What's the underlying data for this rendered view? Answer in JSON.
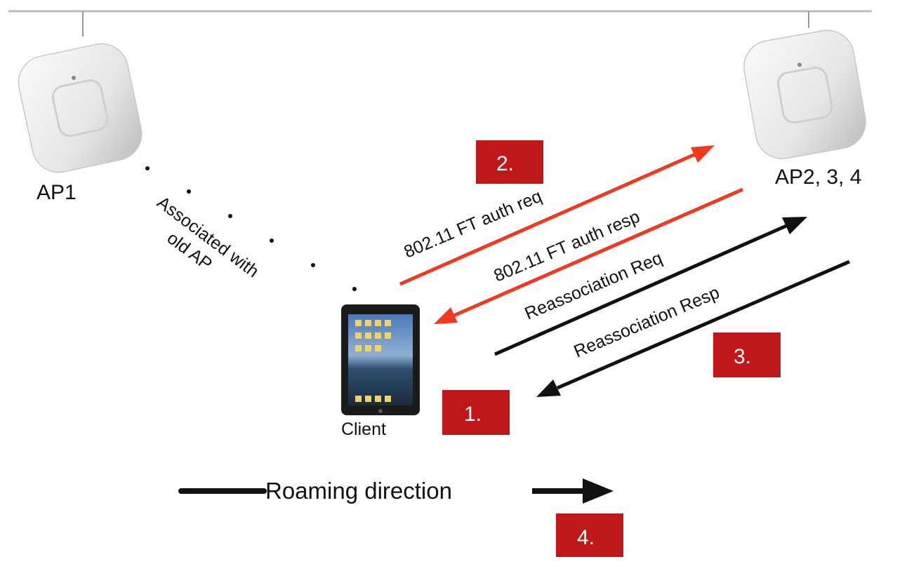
{
  "nodes": {
    "ap1": {
      "label": "AP1"
    },
    "ap2": {
      "label": "AP2, 3, 4"
    },
    "client": {
      "label": "Client"
    }
  },
  "association_label": {
    "line1": "Associated with",
    "line2": "old AP"
  },
  "messages": {
    "ft_auth_req": "802.11 FT auth req",
    "ft_auth_resp": "802.11 FT auth resp",
    "reassoc_req": "Reassociation Req",
    "reassoc_resp": "Reassociation Resp"
  },
  "steps": [
    "1.",
    "2.",
    "3.",
    "4."
  ],
  "roaming": {
    "label": "Roaming direction"
  },
  "colors": {
    "ft_arrows": "#f0391f",
    "reassoc_arrows": "#111111",
    "step_badge": "#c0171a",
    "backbone": "#bdbdbd"
  }
}
